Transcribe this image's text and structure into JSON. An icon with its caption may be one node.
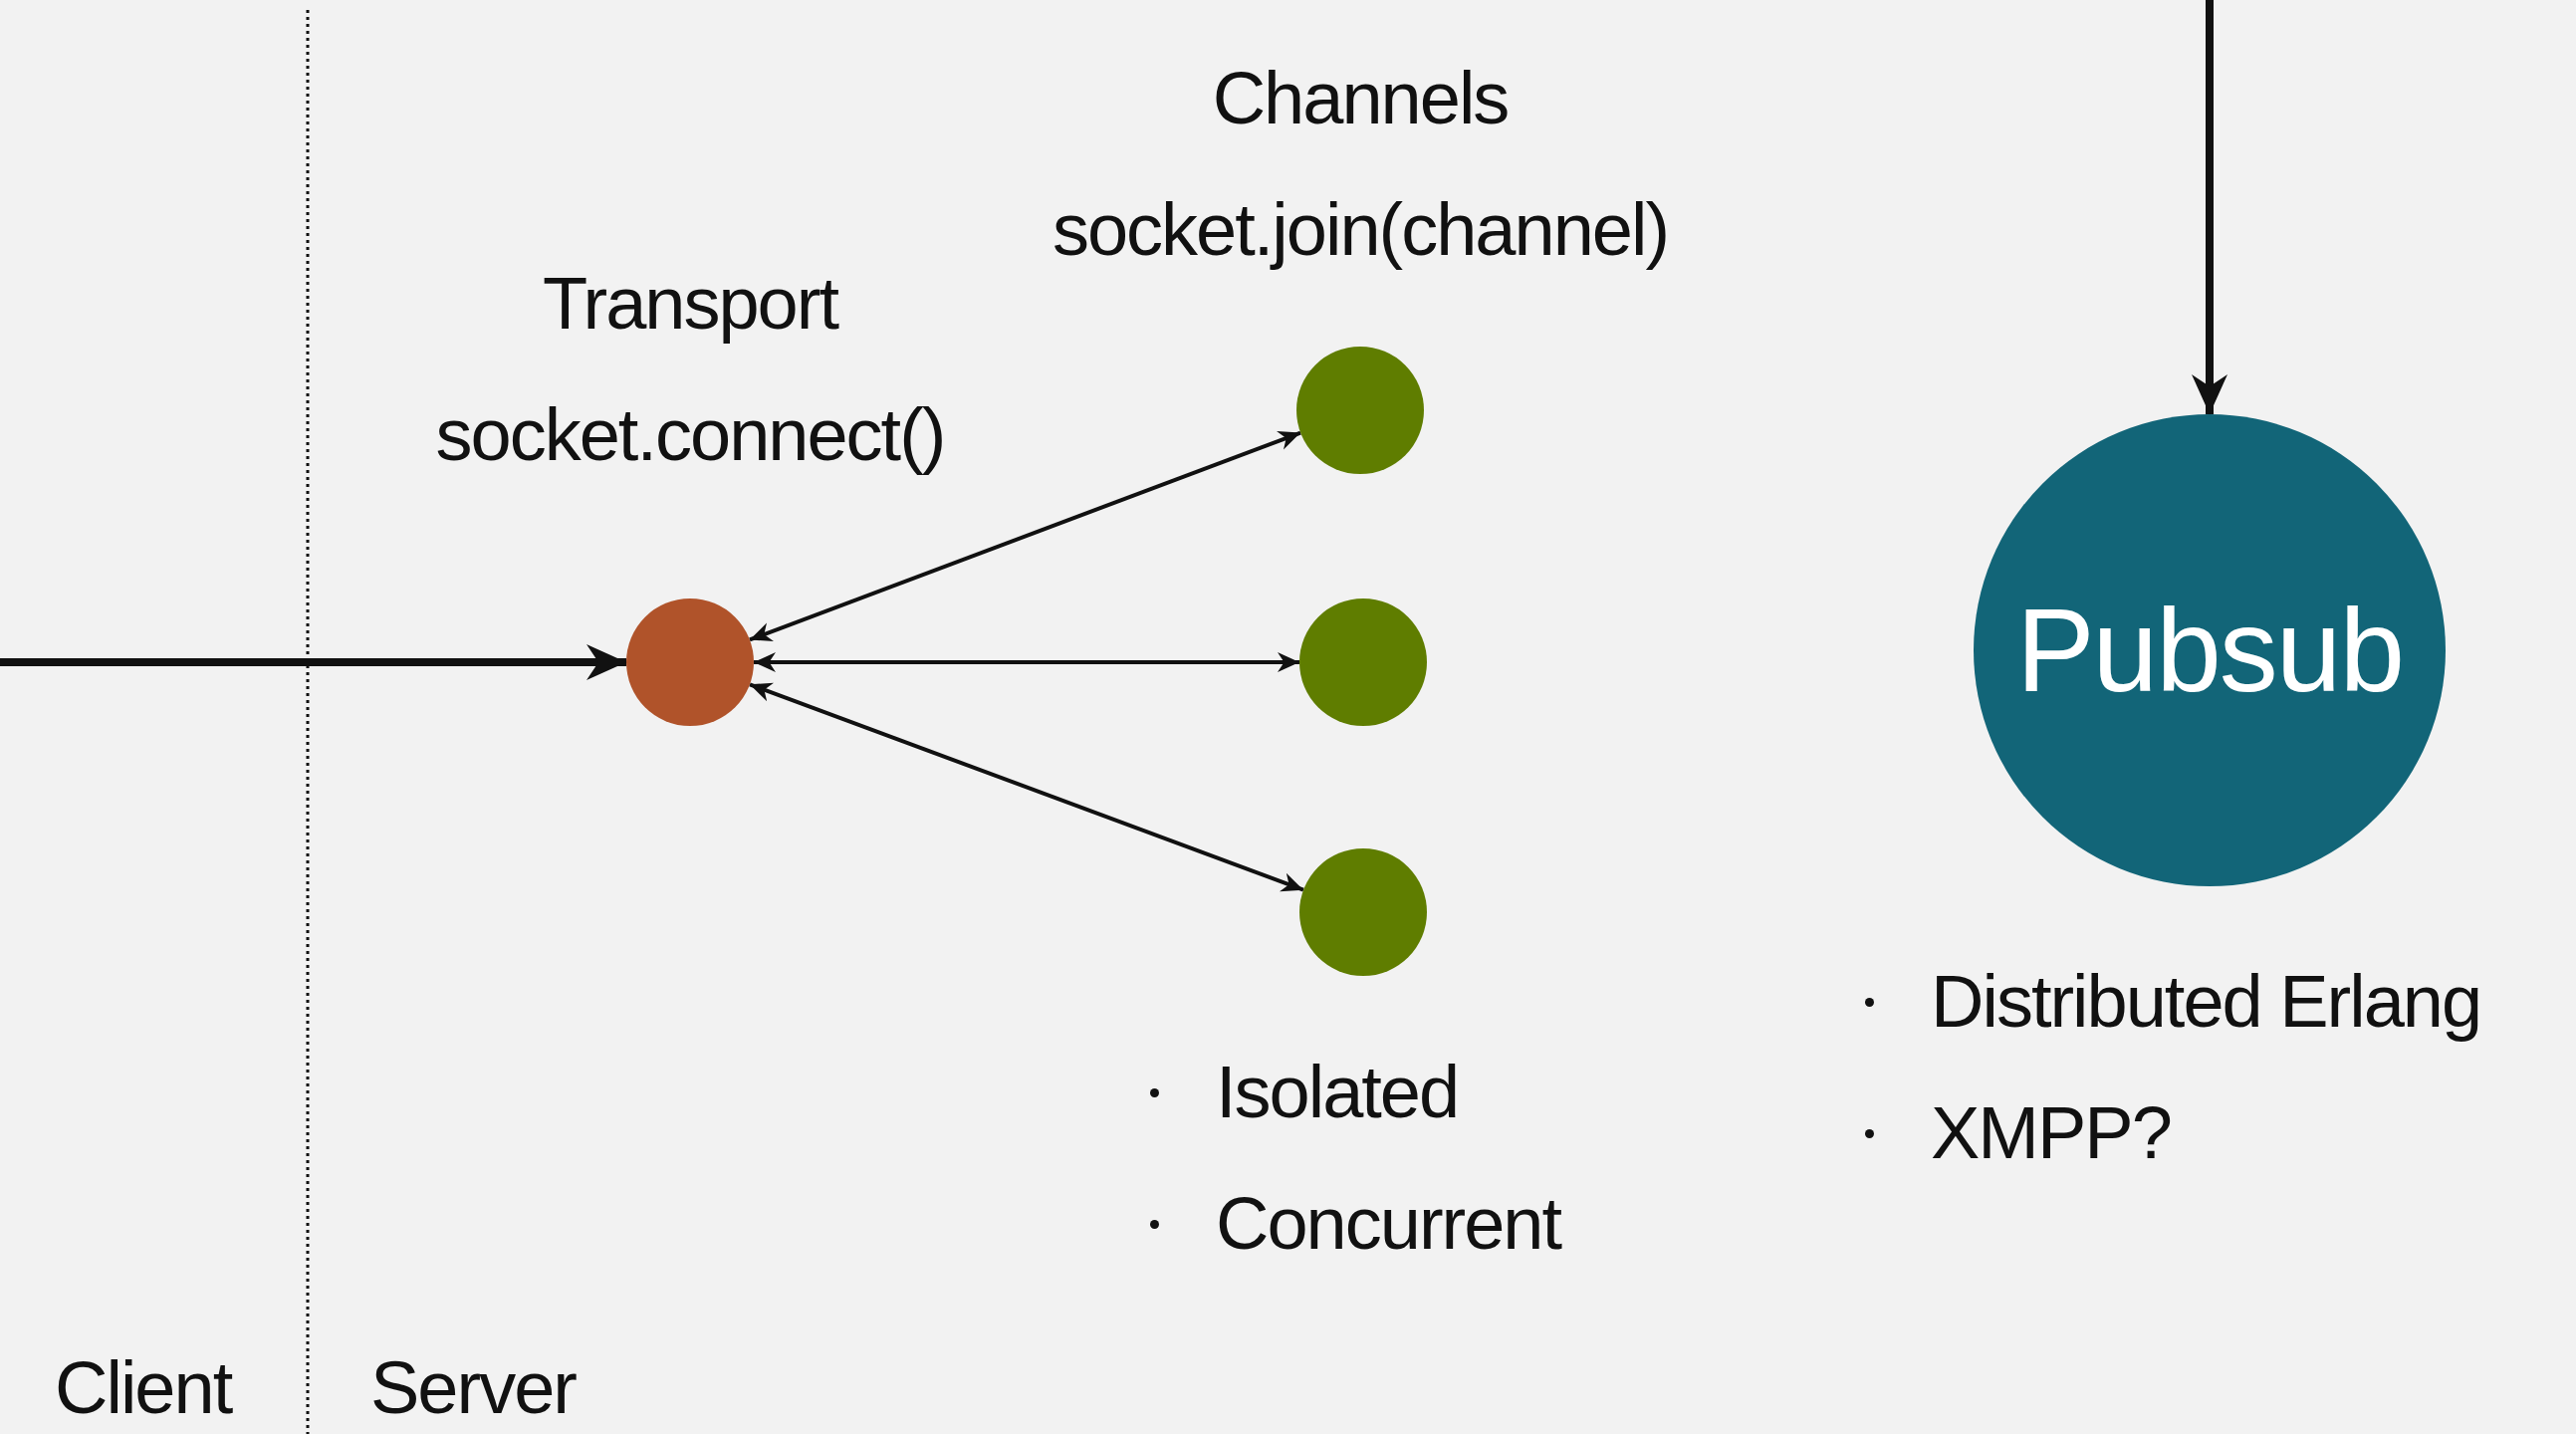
{
  "diagram": {
    "nodes": [
      {
        "text": [
          "Transport",
          "socket.connect()"
        ]
      },
      {
        "text": [
          "Channels",
          "socket.join(channel)"
        ]
      },
      {
        "text": [],
        "shape": "circle"
      },
      {
        "text": [],
        "shape": "circle"
      },
      {
        "text": [
          "Pubsub"
        ]
      }
    ],
    "edges": [
      {
        "from": null,
        "to": 0,
        "arrow": "to",
        "style": "thick"
      },
      {
        "from": 0,
        "to": 1,
        "arrow": "both"
      },
      {
        "from": 0,
        "to": 2,
        "arrow": "both"
      },
      {
        "from": 0,
        "to": 3,
        "arrow": "both"
      },
      {
        "from": null,
        "to": 4,
        "arrow": "to",
        "style": "thick"
      }
    ],
    "labels": [
      "Isolated",
      "Concurrent",
      "Distributed Erlang",
      "XMPP?",
      "Client",
      "Server"
    ]
  }
}
